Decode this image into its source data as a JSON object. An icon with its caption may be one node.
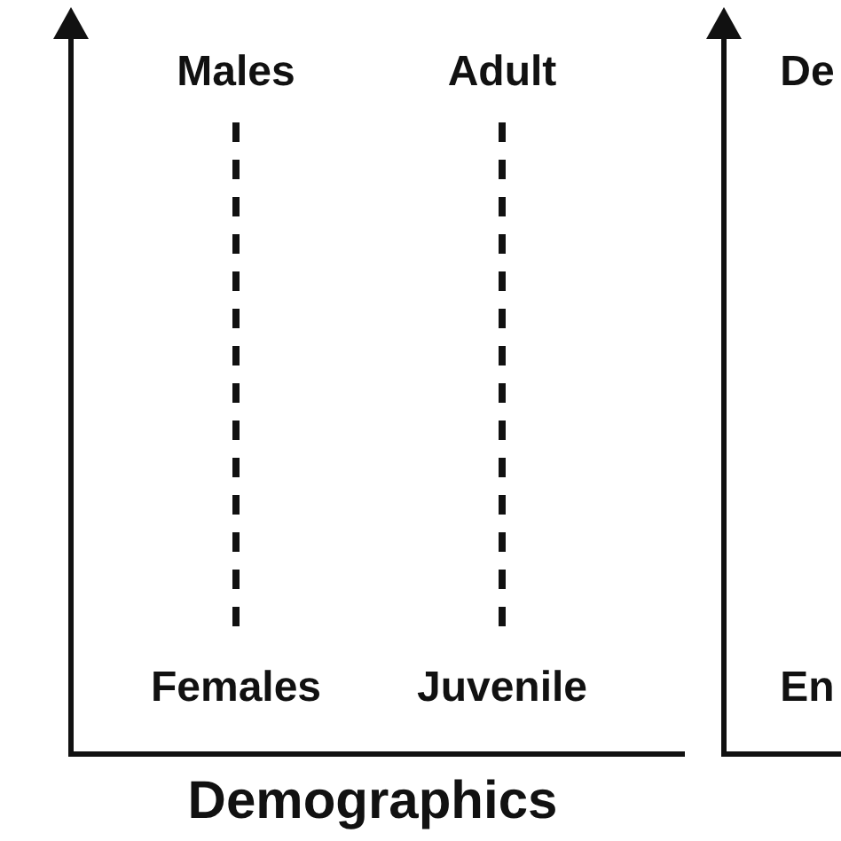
{
  "diagram": {
    "nodes": [
      {
        "text": [
          "Males"
        ]
      },
      {
        "text": [
          "Females"
        ]
      },
      {
        "text": [
          "Adult"
        ]
      },
      {
        "text": [
          "Juvenile"
        ]
      }
    ],
    "edges": [
      {
        "from": 0,
        "to": 1,
        "arrow": "none",
        "style": "dashed"
      },
      {
        "from": 2,
        "to": 3,
        "arrow": "none",
        "style": "dashed"
      }
    ],
    "labels": [
      "Demographics",
      "De",
      "En"
    ]
  }
}
